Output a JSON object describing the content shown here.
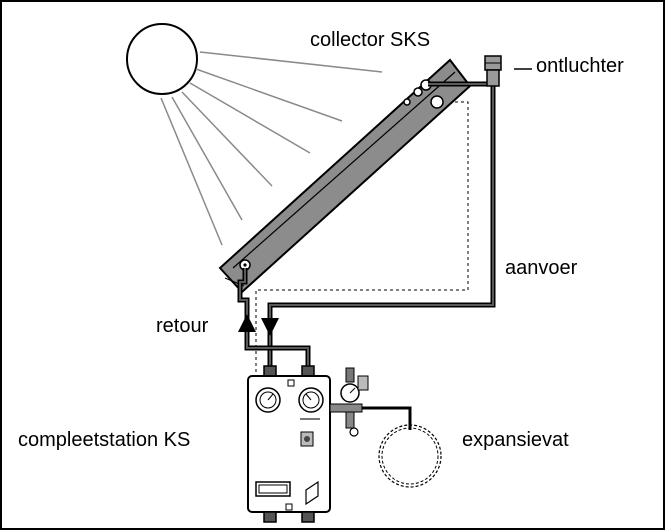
{
  "labels": {
    "collector": "collector SKS",
    "vent": "ontluchter",
    "supply": "aanvoer",
    "return": "retour",
    "station": "compleetstation KS",
    "expansion": "expansievat"
  },
  "colors": {
    "line": "#000000",
    "pipe": "#3a3a3a",
    "collector_fill": "#8c8c8c",
    "sun_ray": "#8a8a8a",
    "background": "#ffffff"
  },
  "icons": {
    "sun": "sun-icon",
    "collector": "solar-collector-icon",
    "vent": "air-vent-icon",
    "station": "pump-station-icon",
    "expansion_vessel": "expansion-vessel-icon",
    "flow_arrow_up": "arrow-up-icon",
    "flow_arrow_down": "arrow-down-icon"
  }
}
